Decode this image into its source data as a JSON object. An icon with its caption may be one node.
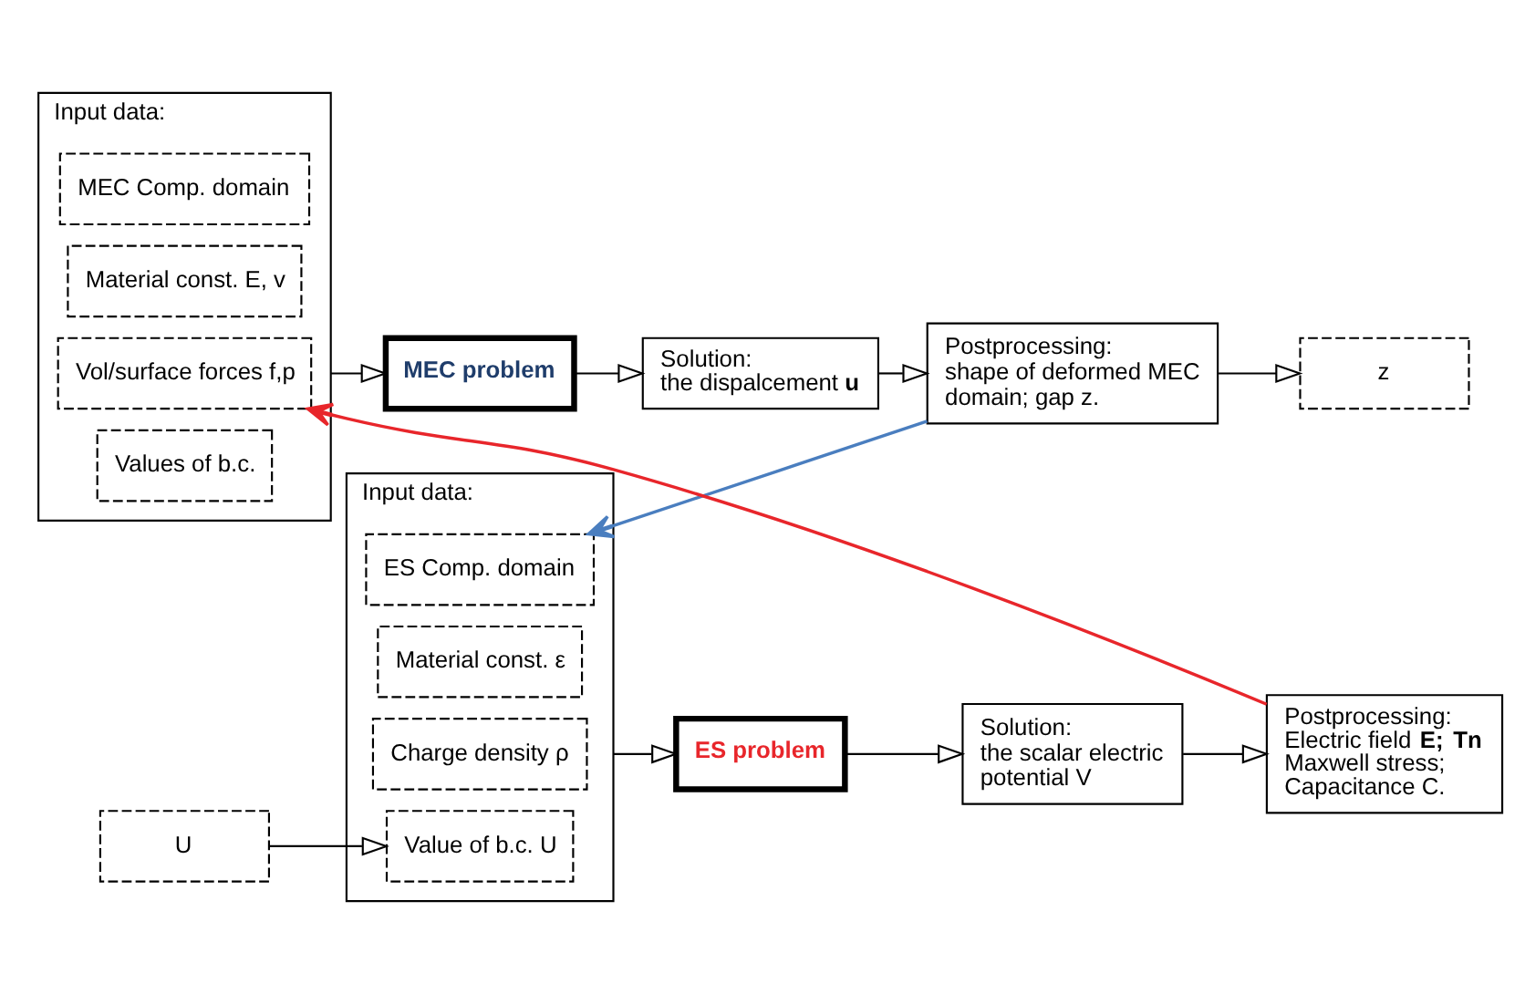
{
  "diagram": {
    "nodes": [
      {
        "text": [
          "Input data:"
        ]
      },
      {
        "text": [
          "ES Comp. domain"
        ],
        "in": 0
      },
      {
        "text": [
          "Material const. ε"
        ],
        "in": 0
      },
      {
        "text": [
          "Charge density ρ"
        ],
        "in": 0
      },
      {
        "text": [
          "Value of b.c. U"
        ],
        "in": 0
      },
      {
        "text": [
          "U"
        ]
      },
      {
        "text": [
          "ES problem"
        ]
      },
      {
        "text": [
          "Solution:",
          "the scalar electric potential V"
        ]
      },
      {
        "text": [
          "Postprocessing:",
          "Electric field **E;** **Tn** Maxwell stress; Capacitance C."
        ]
      },
      {
        "text": [
          "Input data:"
        ]
      },
      {
        "text": [
          "MEC Comp. domain"
        ],
        "in": 9
      },
      {
        "text": [
          "Material const. E, v"
        ],
        "in": 9
      },
      {
        "text": [
          "Vol/surface forces f,p"
        ],
        "in": 9
      },
      {
        "text": [
          "Values of b.c."
        ],
        "in": 9
      },
      {
        "text": [
          "MEC problem"
        ]
      },
      {
        "text": [
          "Solution:",
          "the dispalcement **u**"
        ]
      },
      {
        "text": [
          "Postprocessing:",
          "shape of deformed MEC domain; gap z."
        ]
      },
      {
        "text": [
          "z"
        ]
      }
    ],
    "edges": [
      {
        "from": 5,
        "to": 4,
        "arrow": "to"
      },
      {
        "from": 0,
        "to": 6,
        "arrow": "to"
      },
      {
        "from": 6,
        "to": 7,
        "arrow": "to"
      },
      {
        "from": 7,
        "to": 8,
        "arrow": "to"
      },
      {
        "from": 8,
        "to": 12,
        "arrow": "to",
        "color": "#e8262b"
      },
      {
        "from": 16,
        "to": 1,
        "arrow": "to",
        "color": "#4a7ebf"
      },
      {
        "from": 9,
        "to": 14,
        "arrow": "to"
      },
      {
        "from": 14,
        "to": 15,
        "arrow": "to"
      },
      {
        "from": 15,
        "to": 16,
        "arrow": "to"
      },
      {
        "from": 16,
        "to": 17,
        "arrow": "to"
      }
    ]
  }
}
